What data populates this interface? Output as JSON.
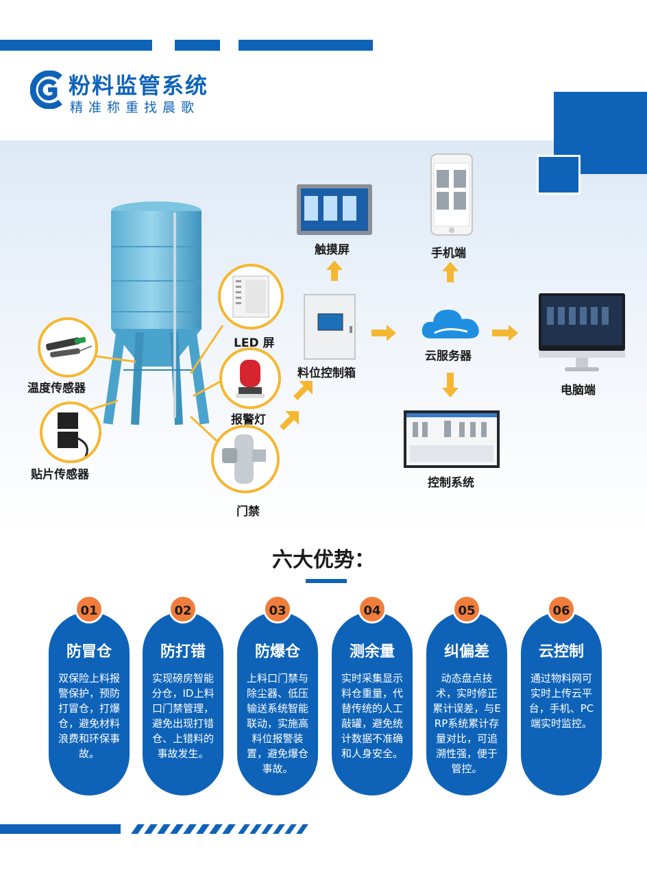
{
  "brand": {
    "logo_letters": "CG",
    "title": "粉料监管系统",
    "subtitle": "精准称重找晨歌"
  },
  "diagram": {
    "labels": {
      "temp_sensor": "温度传感器",
      "patch_sensor": "贴片传感器",
      "led_screen": "LED 屏",
      "alarm_light": "报警灯",
      "access_control": "门禁",
      "touch_screen": "触摸屏",
      "control_box": "料位控制箱",
      "mobile": "手机端",
      "cloud_server": "云服务器",
      "pc": "电脑端",
      "control_system": "控制系统"
    }
  },
  "advantages": {
    "title": "六大优势：",
    "items": [
      {
        "num": "01",
        "title": "防冒仓",
        "desc": "双保险上料报警保护，预防打冒仓，打爆仓，避免材料浪费和环保事故。"
      },
      {
        "num": "02",
        "title": "防打错",
        "desc": "实现磅房智能分仓，ID上料口门禁管理，避免出现打错仓、上错料的事故发生。"
      },
      {
        "num": "03",
        "title": "防爆仓",
        "desc": "上料口门禁与除尘器、低压输送系统智能联动，实施高料位报警装置，避免爆仓事故。"
      },
      {
        "num": "04",
        "title": "测余量",
        "desc": "实时采集显示料仓重量，代替传统的人工敲罐，避免统计数据不准确和人身安全。"
      },
      {
        "num": "05",
        "title": "纠偏差",
        "desc": "动态盘点技术，实时修正累计误差，与ERP系统累计存量对比，可追溯性强，便于管控。"
      },
      {
        "num": "06",
        "title": "云控制",
        "desc": "通过物料网可实时上传云平台，手机、PC端实时监控。"
      }
    ]
  },
  "colors": {
    "brand_blue": "#0e63b8",
    "accent_orange": "#f07d3c",
    "arrow_yellow": "#f5b731"
  }
}
